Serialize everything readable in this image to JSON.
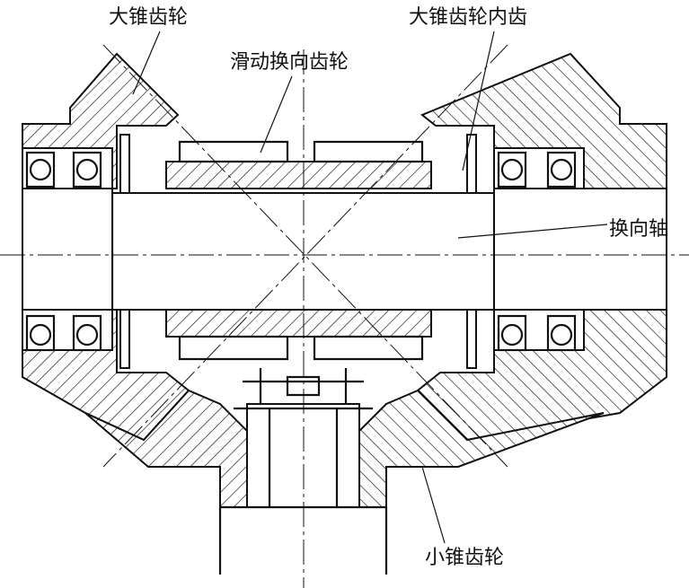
{
  "labels": {
    "big_bevel_gear": "大锥齿轮",
    "big_bevel_gear_inner": "大锥齿轮内齿",
    "sliding_gear": "滑动换向齿轮",
    "reversing_shaft": "换向轴",
    "small_bevel_gear": "小锥齿轮"
  }
}
